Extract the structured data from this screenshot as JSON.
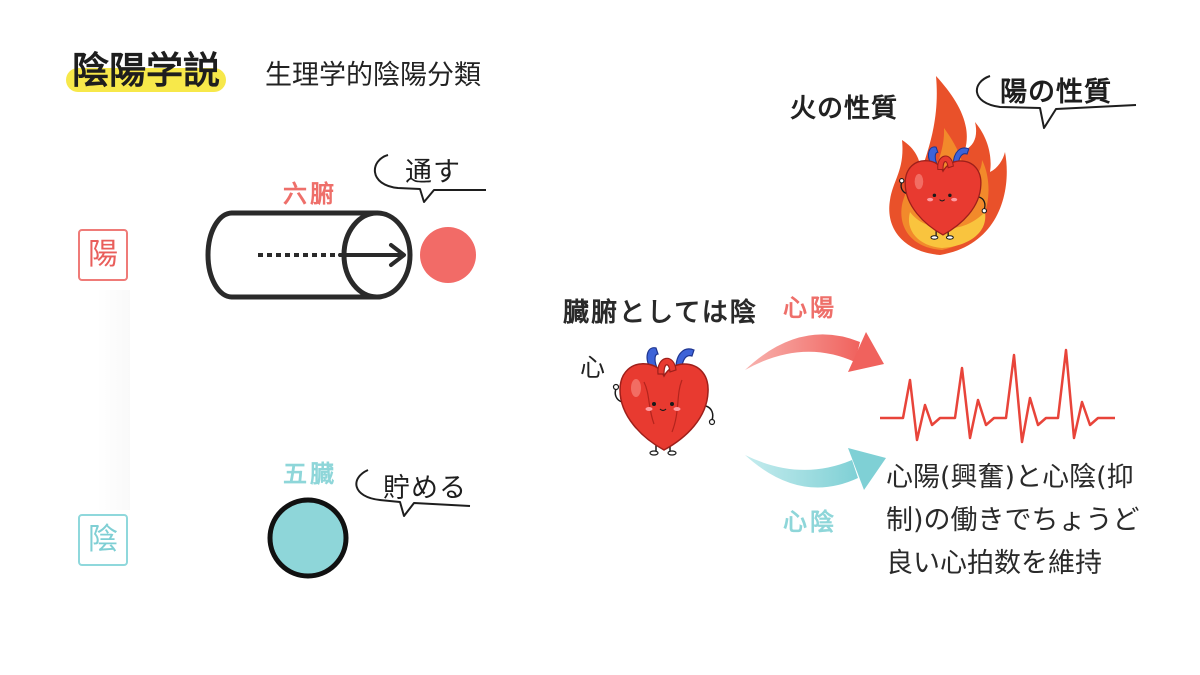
{
  "title": "陰陽学説",
  "subtitle": "生理学的陰陽分類",
  "categories": {
    "yang": {
      "label": "陽",
      "organ_group": "六腑",
      "function": "通す"
    },
    "yin": {
      "label": "陰",
      "organ_group": "五臓",
      "function": "貯める"
    }
  },
  "heart": {
    "classification": "臓腑としては陰",
    "label": "心",
    "yang_label": "心陽",
    "yin_label": "心陰",
    "description": [
      "心陽(興奮)と心陰(抑",
      "制)の働きでちょうど",
      "良い心拍数を維持"
    ]
  },
  "fire": {
    "label": "火の性質",
    "bubble": "陽の性質"
  },
  "icons": {
    "hollow_tube": "cylinder-icon",
    "heart": "heart-character-icon",
    "fire_heart": "heart-on-fire-icon",
    "heartbeat": "ecg-line-icon"
  },
  "colors": {
    "yang": "#f26b67",
    "yin": "#8ed6d9",
    "highlight": "#f7e84a",
    "text": "#222222"
  }
}
